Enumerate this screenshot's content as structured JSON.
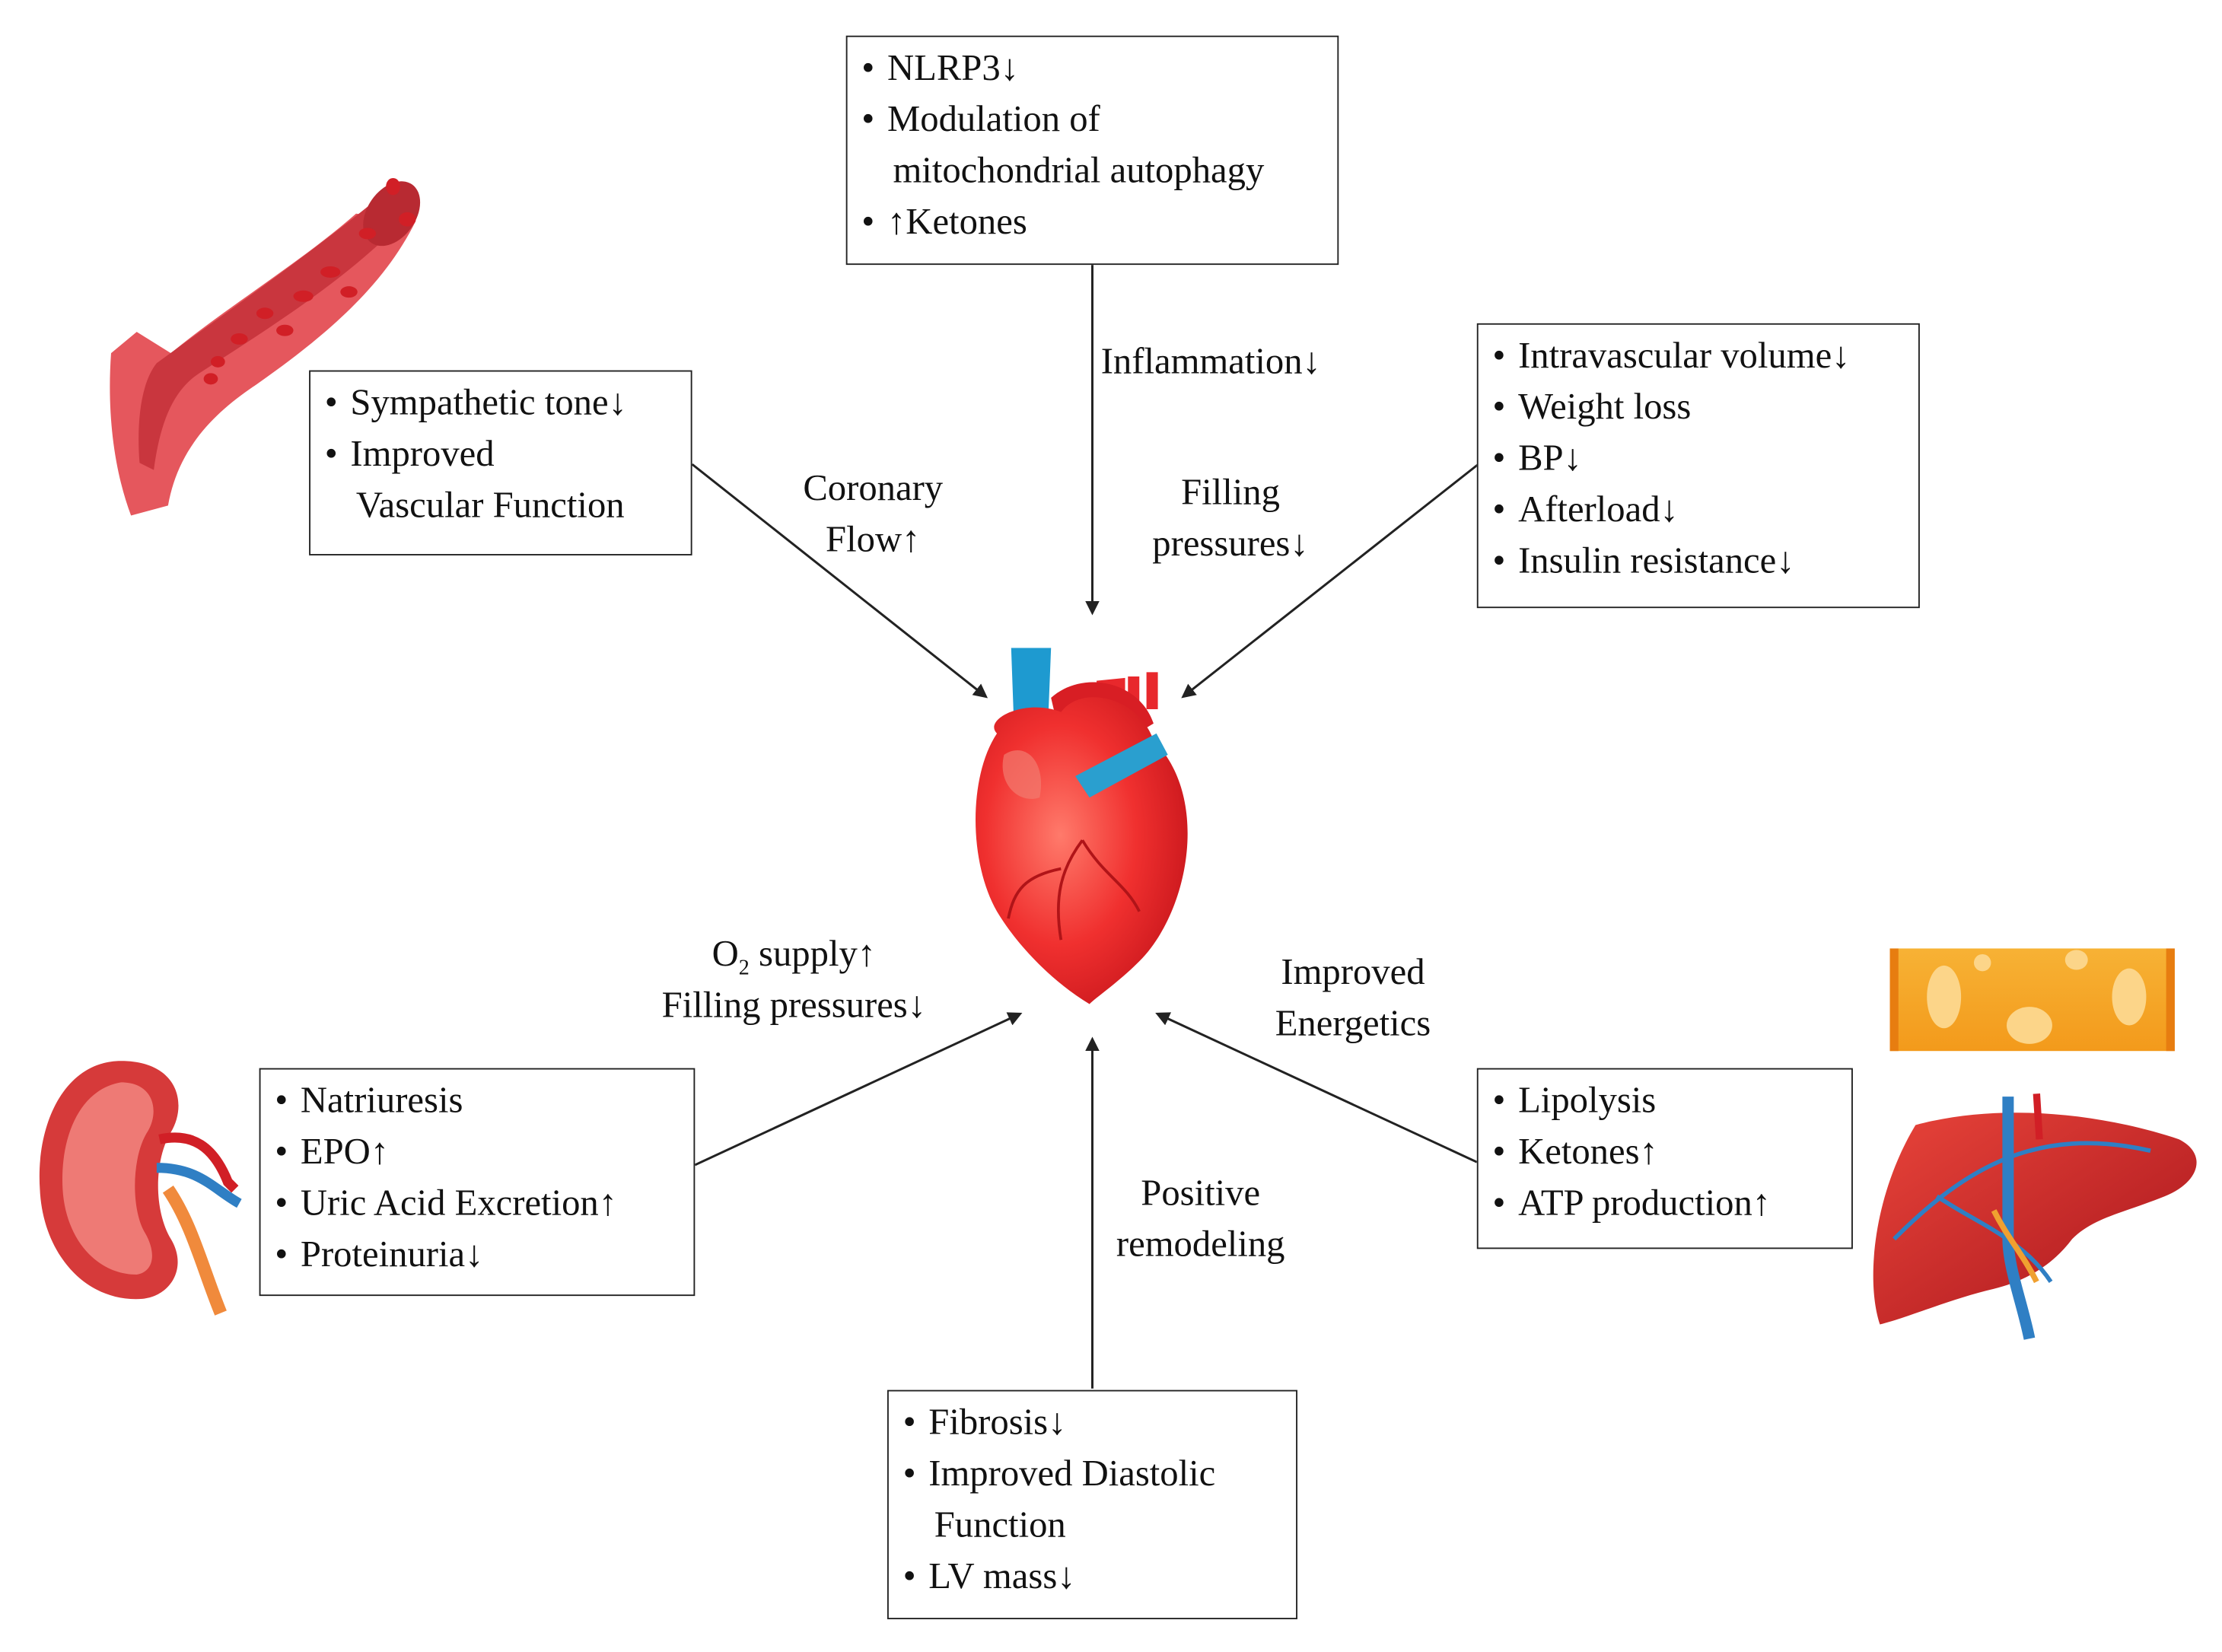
{
  "boxes": {
    "top": [
      "NLRP3↓",
      "Modulation of",
      "mitochondrial autophagy",
      "↑Ketones"
    ],
    "upper_left": [
      "Sympathetic tone↓",
      "Improved",
      "Vascular Function"
    ],
    "upper_right": [
      "Intravascular volume↓",
      "Weight loss",
      "BP↓",
      "Afterload↓",
      "Insulin resistance↓"
    ],
    "lower_left": [
      "Natriuresis",
      "EPO↑",
      "Uric Acid Excretion↑",
      "Proteinuria↓"
    ],
    "lower_right": [
      "Lipolysis",
      "Ketones↑",
      "ATP production↑"
    ],
    "bottom": [
      "Fibrosis↓",
      "Improved Diastolic",
      "Function",
      "LV mass↓"
    ]
  },
  "labels": {
    "inflammation": "Inflammation↓",
    "coronary_1": "Coronary",
    "coronary_2": "Flow↑",
    "filling_1": "Filling",
    "filling_2": "pressures↓",
    "o2_prefix": "O",
    "o2_sub": "2",
    "o2_suffix": " supply↑",
    "filling_pressures": "Filling pressures↓",
    "energetics_1": "Improved",
    "energetics_2": "Energetics",
    "remodeling_1": "Positive",
    "remodeling_2": "remodeling"
  },
  "illustrations": [
    "blood-vessel-illustration",
    "heart-illustration",
    "kidney-illustration",
    "liver-illustration",
    "adipose-tissue-illustration"
  ],
  "colors": {
    "line": "#222222",
    "heart": "#e8282c",
    "vessel": "#e5575d",
    "kidney": "#d63a3a",
    "liver": "#c8262a",
    "vein": "#2f7fc4",
    "fat": "#f5a623"
  }
}
